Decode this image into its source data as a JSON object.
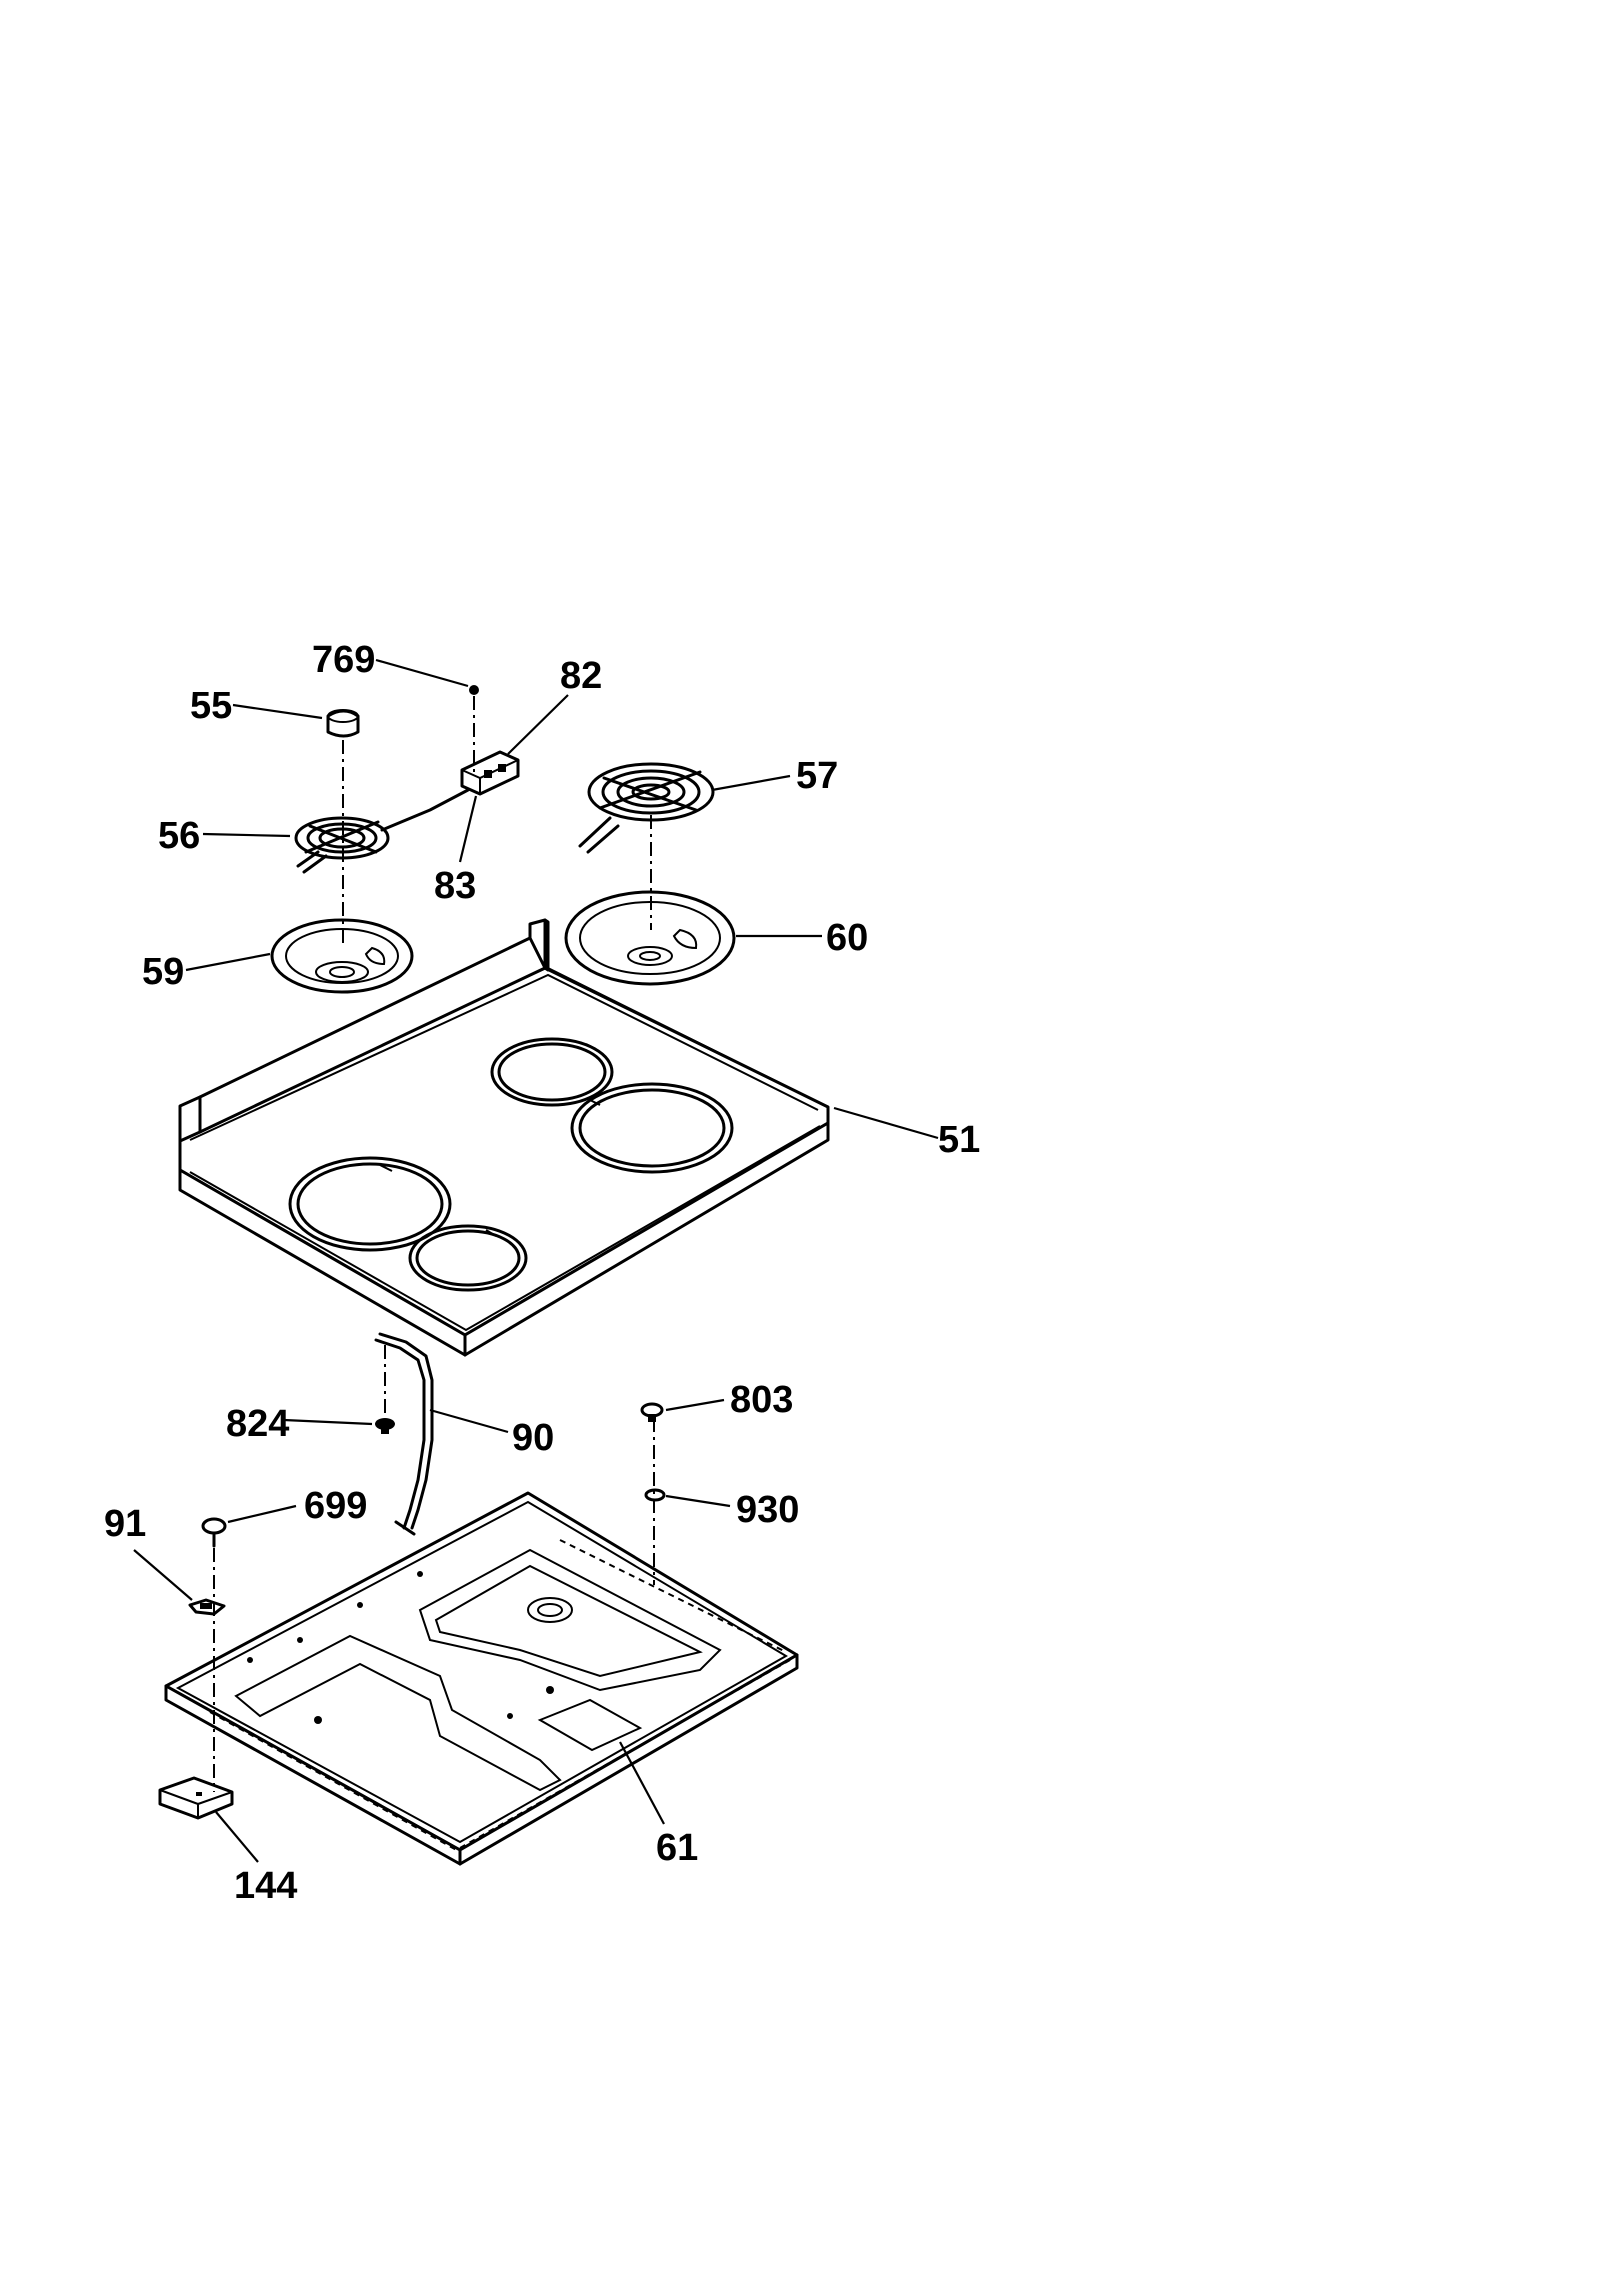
{
  "diagram": {
    "labels": {
      "p769": "769",
      "p82": "82",
      "p55": "55",
      "p57": "57",
      "p56": "56",
      "p83": "83",
      "p60": "60",
      "p59": "59",
      "p51": "51",
      "p803": "803",
      "p824": "824",
      "p90": "90",
      "p930": "930",
      "p91": "91",
      "p699": "699",
      "p61": "61",
      "p144": "144"
    }
  }
}
